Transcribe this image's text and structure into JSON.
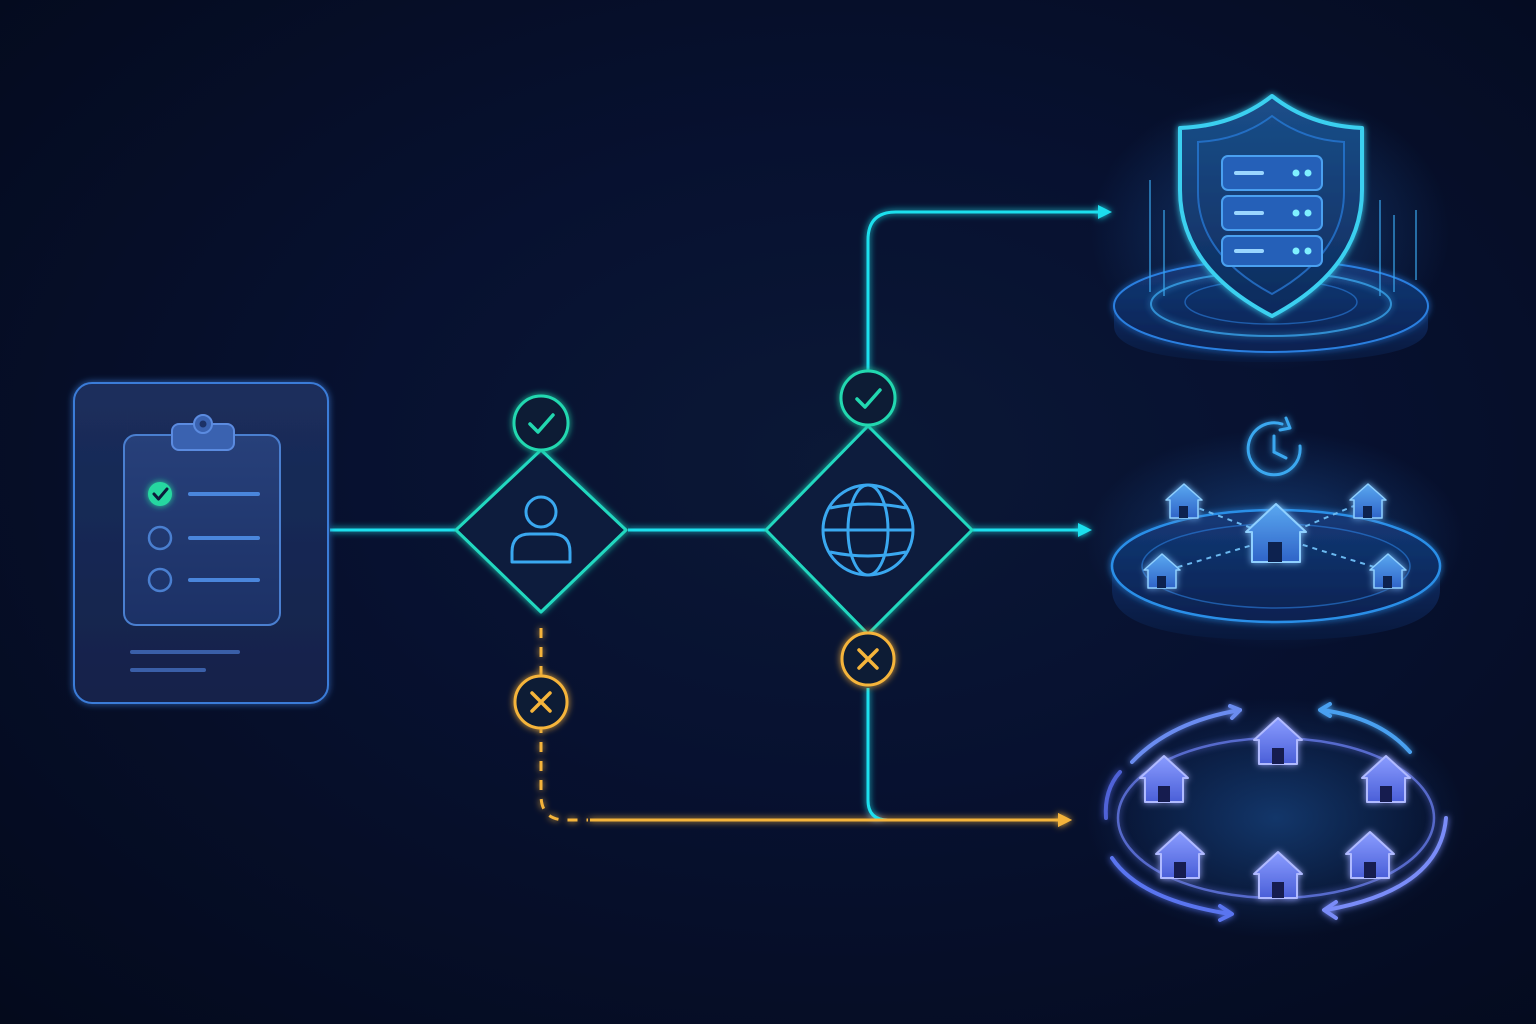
{
  "colors": {
    "background": "#050b1f",
    "cyan": "#1ee0ee",
    "teal": "#22d8b0",
    "blue": "#3a8fe0",
    "amber": "#f5b43a",
    "violet": "#6a6ef0"
  },
  "icons": {
    "source": "clipboard-checklist-icon",
    "decision_1": "user-icon",
    "decision_2": "globe-icon",
    "approved": "check-icon",
    "rejected": "x-icon",
    "destination_top": "shield-server-icon",
    "destination_middle": "scheduled-home-network-icon",
    "destination_bottom": "home-ring-network-icon"
  },
  "checklist": {
    "items": [
      {
        "state": "checked"
      },
      {
        "state": "unchecked"
      },
      {
        "state": "unchecked"
      }
    ]
  },
  "flows": [
    {
      "from": "source",
      "to": "user-decision",
      "style": "solid",
      "color": "cyan"
    },
    {
      "from": "user-decision",
      "to": "globe-decision",
      "style": "solid",
      "color": "cyan"
    },
    {
      "from": "globe-decision",
      "to": "destination-top",
      "style": "solid",
      "color": "cyan",
      "outcome": "approved"
    },
    {
      "from": "globe-decision",
      "to": "destination-middle",
      "style": "solid",
      "color": "cyan"
    },
    {
      "from": "globe-decision",
      "to": "destination-bottom",
      "style": "solid",
      "color": "cyan",
      "outcome": "rejected"
    },
    {
      "from": "user-decision",
      "to": "destination-bottom",
      "style": "dashed",
      "color": "amber",
      "outcome": "rejected"
    }
  ]
}
